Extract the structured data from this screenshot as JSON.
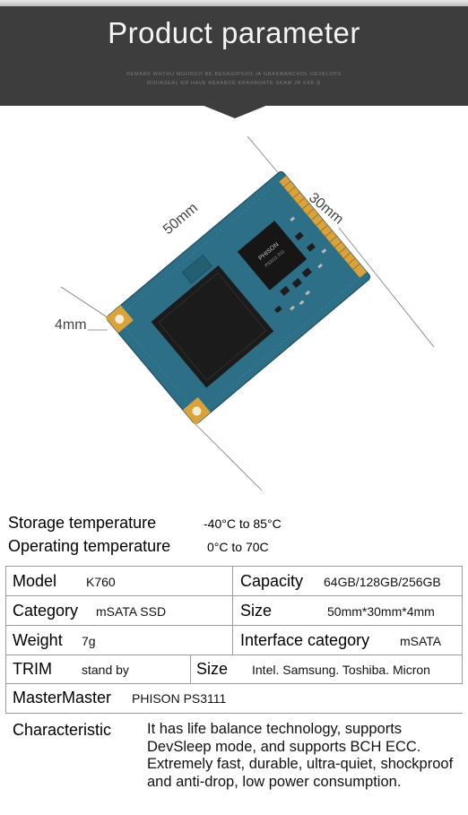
{
  "header": {
    "title": "Product parameter",
    "subtitle_line1": "REMARK WHTHU MGHSOJI BE BESAGIPSIOL IA GRAKMANCHOL DEVELOPS",
    "subtitle_line2": "MIDIASEAL GR HAVE KEAABOE KRASBOHTE SKAM JR KKE D"
  },
  "illustration": {
    "dimension_length": "50mm",
    "dimension_width": "30mm",
    "dimension_thickness": "4mm",
    "chip_brand": "PHISON",
    "chip_marking": "PS3111 S11",
    "colors": {
      "pcb": "#2d6f86",
      "gold": "#d9a23a",
      "chip": "#1b1b1b"
    }
  },
  "temperature": {
    "storage_label": "Storage temperature",
    "storage_value": "-40°C to 85°C",
    "operating_label": "Operating temperature",
    "operating_value": "0°C to 70C"
  },
  "specs": {
    "model_label": "Model",
    "model_value": "K760",
    "capacity_label": "Capacity",
    "capacity_value": "64GB/128GB/256GB",
    "category_label": "Category",
    "category_value": "mSATA SSD",
    "size_label": "Size",
    "size_value": "50mm*30mm*4mm",
    "weight_label": "Weight",
    "weight_value": "7g",
    "interface_label": "Interface category",
    "interface_value": "mSATA",
    "trim_label": "TRIM",
    "trim_value": "stand by",
    "size2_label": "Size",
    "size2_value": "Intel. Samsung. Toshiba. Micron",
    "master_label": "MasterMaster",
    "master_value": "PHISON PS3111"
  },
  "characteristic": {
    "label": "Characteristic",
    "text": "It has life balance technology, supports DevSleep mode, and supports BCH ECC. Extremely fast, durable, ultra-quiet, shockproof and anti-drop, low power consumption."
  }
}
